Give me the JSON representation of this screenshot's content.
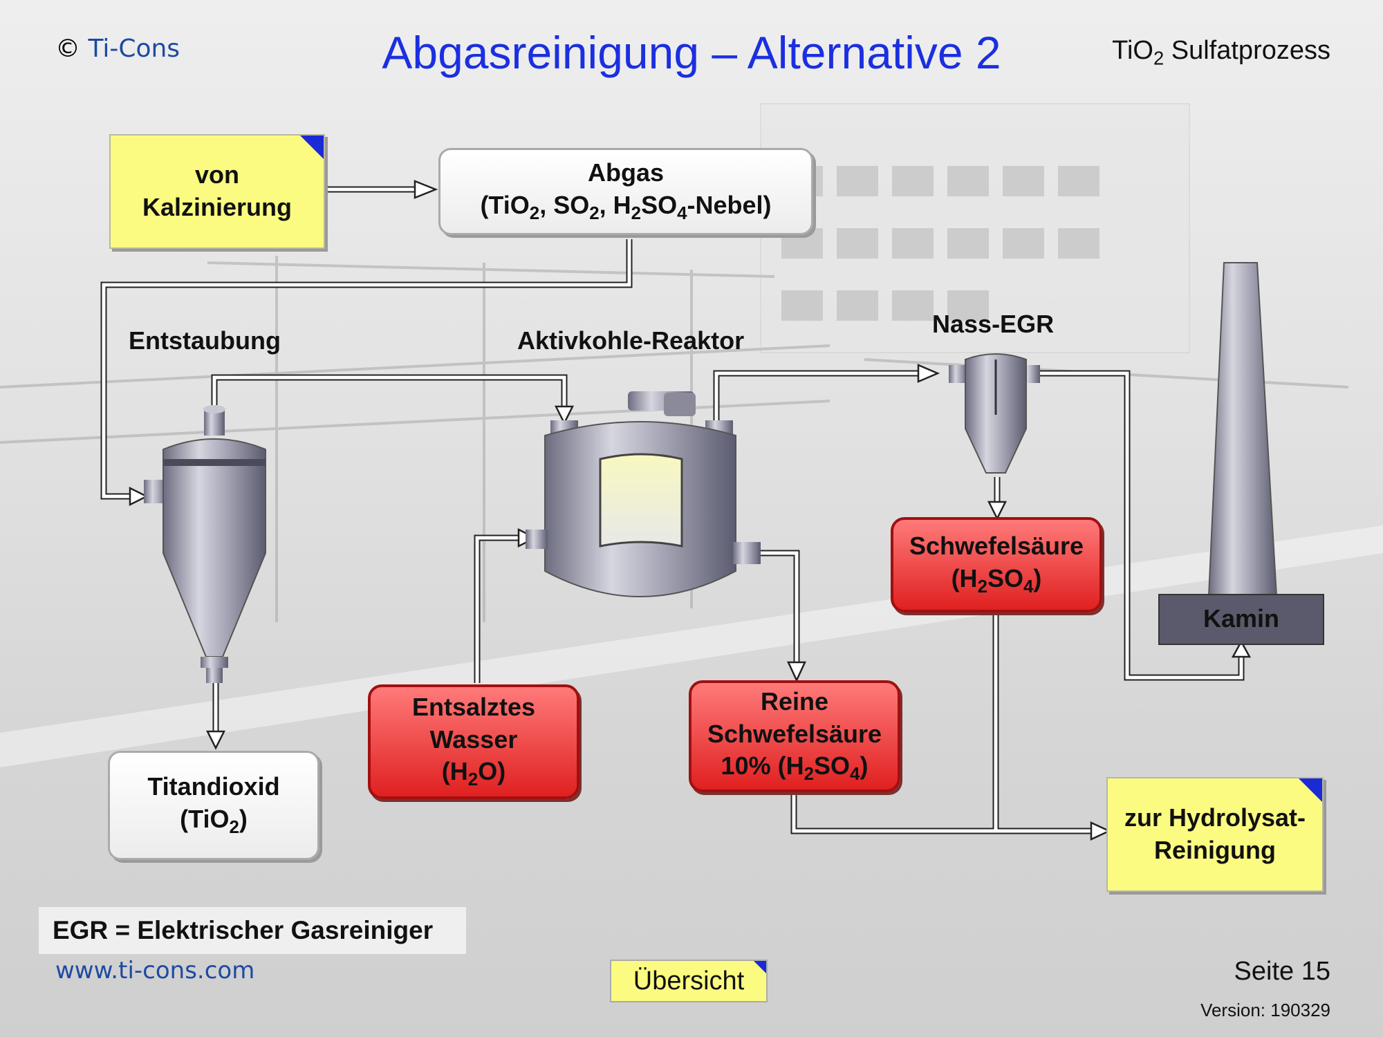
{
  "header": {
    "copyright_symbol": "©",
    "copyright_name": "Ti-Cons",
    "title": "Abgasreinigung – Alternative 2",
    "subtitle_a": "TiO",
    "subtitle_sub": "2",
    "subtitle_b": " Sulfatprozess"
  },
  "boxes": {
    "kalzinierung": [
      "von",
      "Kalzinierung"
    ],
    "abgas_line1": "Abgas",
    "abgas_l2": [
      "(TiO",
      "2",
      ", SO",
      "2",
      ", H",
      "2",
      "SO",
      "4",
      "-Nebel)"
    ],
    "titandioxid_line1": "Titandioxid",
    "titandioxid_l2": [
      "(TiO",
      "2",
      ")"
    ],
    "wasser": [
      "Entsalztes",
      "Wasser"
    ],
    "wasser_l3": [
      "(H",
      "2",
      "O)"
    ],
    "reine": [
      "Reine",
      "Schwefelsäure"
    ],
    "reine_l3": [
      "10% (H",
      "2",
      "SO",
      "4",
      ")"
    ],
    "schwefel_line1": "Schwefelsäure",
    "schwefel_l2": [
      "(H",
      "2",
      "SO",
      "4",
      ")"
    ],
    "kamin": "Kamin",
    "hydrolysat": [
      "zur Hydrolysat-",
      "Reinigung"
    ]
  },
  "labels": {
    "entstaubung": "Entstaubung",
    "reaktor": "Aktivkohle-Reaktor",
    "nass_egr": "Nass-EGR"
  },
  "footer": {
    "egr_note": "EGR = Elektrischer Gasreiniger",
    "url": "www.ti-cons.com",
    "overview": "Übersicht",
    "page": "Seite 15",
    "version": "Version: 190329"
  },
  "colors": {
    "title": "#1b2fe0",
    "yellow_box": "#fbfb82",
    "red_box": "#e02020",
    "corner_marker": "#1a2ad6"
  }
}
